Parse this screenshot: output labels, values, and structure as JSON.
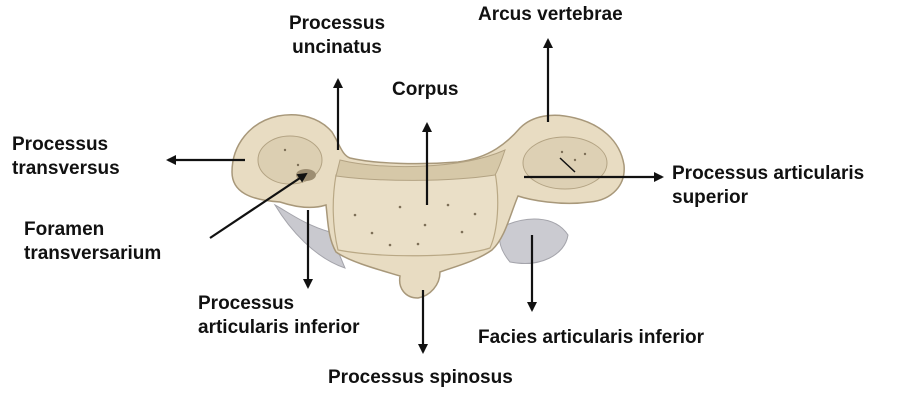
{
  "labels": {
    "processus_uncinatus": [
      "Processus",
      "uncinatus"
    ],
    "arcus_vertebrae": "Arcus vertebrae",
    "corpus": "Corpus",
    "processus_transversus": [
      "Processus",
      "transversus"
    ],
    "foramen_transversarium": [
      "Foramen",
      "transversarium"
    ],
    "processus_articularis_superior": [
      "Processus articularis",
      "superior"
    ],
    "processus_articularis_inferior": [
      "Processus",
      "articularis inferior"
    ],
    "facies_articularis_inferior": "Facies articularis inferior",
    "processus_spinosus": "Processus spinosus"
  },
  "colors": {
    "bone": "#e8dcc2",
    "bone_shadow": "#c7b796",
    "bone_dark": "#a8987a",
    "facet": "#c9c9cf",
    "arrow": "#111111"
  }
}
